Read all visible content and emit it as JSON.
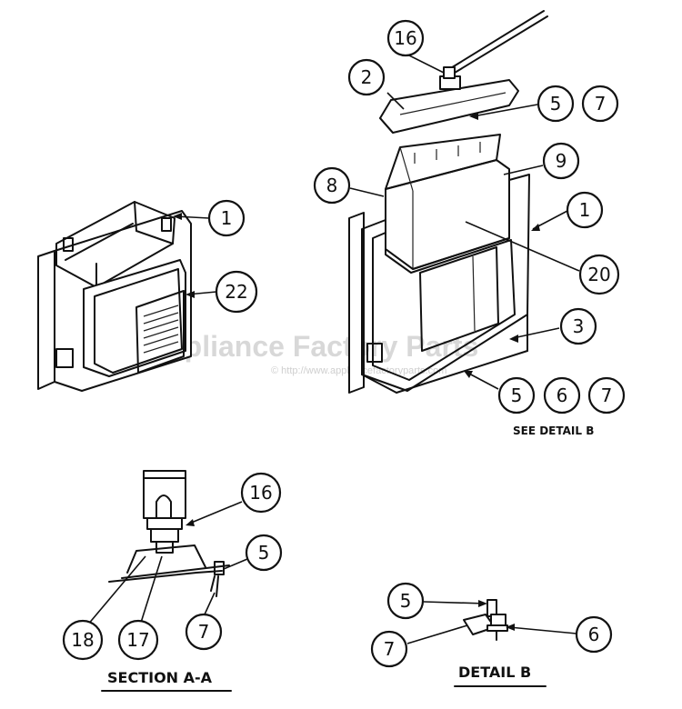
{
  "callouts": {
    "top_16": "16",
    "top_2": "2",
    "top_5": "5",
    "top_7": "7",
    "right_9": "9",
    "right_8": "8",
    "right_1": "1",
    "right_20": "20",
    "right_3": "3",
    "bottom_5": "5",
    "bottom_6": "6",
    "bottom_7": "7",
    "left_1": "1",
    "left_22": "22",
    "secA_16": "16",
    "secA_5": "5",
    "secA_18": "18",
    "secA_17": "17",
    "secA_7": "7",
    "detB_5": "5",
    "detB_6": "6",
    "detB_7": "7"
  },
  "labels": {
    "see_detail_b": "SEE DETAIL B",
    "section_aa": "SECTION A-A",
    "detail_b": "DETAIL B"
  },
  "watermark": {
    "brand": "Appliance Factory Parts",
    "url": "© http://www.appliancefactoryparts.com"
  }
}
